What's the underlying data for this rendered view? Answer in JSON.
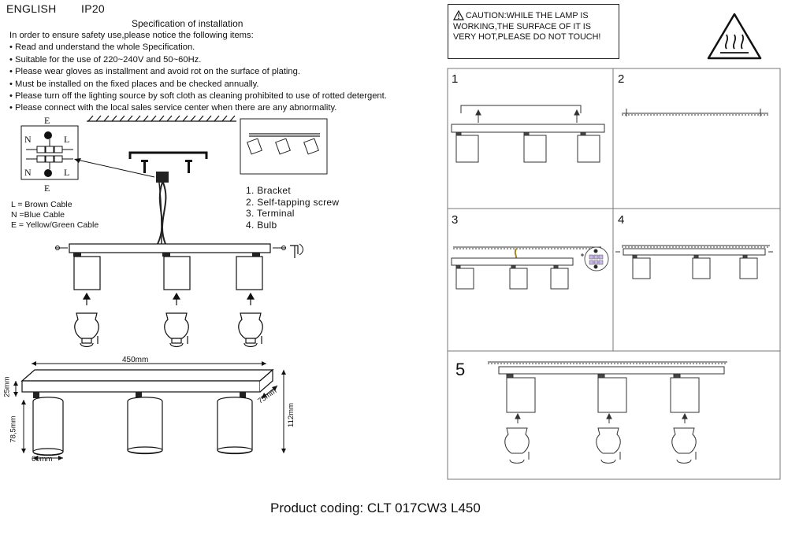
{
  "header": {
    "language": "ENGLISH",
    "rating": "IP20"
  },
  "spec": {
    "title": "Specification of installation",
    "intro": "In order to ensure safety use,please notice the following items:",
    "items": [
      "• Read and understand the whole Specification.",
      "• Suitable for the use of 220~240V and 50~60Hz.",
      "• Please wear gloves as installment and avoid rot on the surface of plating.",
      "• Must be installed on the fixed places and be checked annually.",
      "• Please turn off the lighting source by soft cloth as cleaning prohibited to use of rotted detergent.",
      "• Please connect with the local sales service center when there are any abnormality."
    ]
  },
  "terminal": {
    "top_label": "E",
    "bottom_label": "E",
    "left_labels": [
      "N",
      "N"
    ],
    "right_labels": [
      "L",
      "L"
    ]
  },
  "cables": [
    "L = Brown Cable",
    "N =Blue Cable",
    "E = Yellow/Green Cable"
  ],
  "parts": [
    "1. Bracket",
    "2. Self-tapping screw",
    "3. Terminal",
    "4. Bulb"
  ],
  "dimensions": {
    "length": "450mm",
    "bar_height": "25mm",
    "depth": "75mm",
    "total_height": "112mm",
    "shade_height": "78,5mm",
    "shade_width": "60mm"
  },
  "caution": {
    "lines": [
      "CAUTION:WHILE THE LAMP IS",
      "WORKING,THE SURFACE OF IT IS",
      "VERY HOT,PLEASE DO NOT TOUCH!"
    ]
  },
  "steps": [
    "1",
    "2",
    "3",
    "4",
    "5"
  ],
  "footer": {
    "product_coding": "Product coding: CLT 017CW3 L450"
  }
}
